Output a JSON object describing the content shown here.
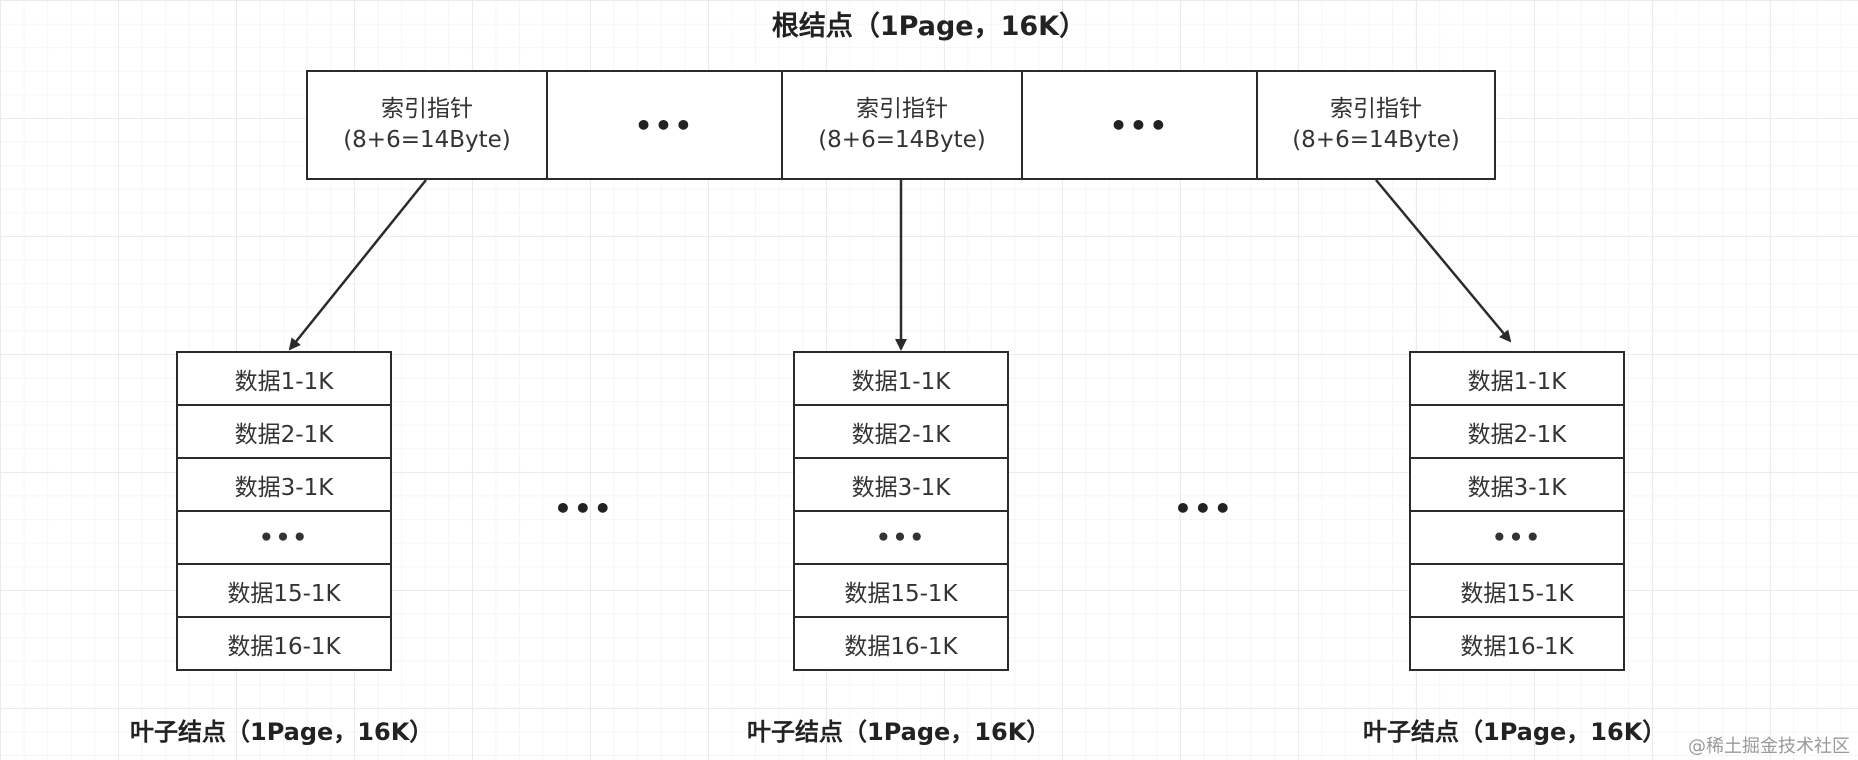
{
  "root": {
    "title": "根结点（1Page，16K）",
    "cells": [
      {
        "type": "pointer",
        "line1": "索引指针",
        "line2": "(8+6=14Byte)"
      },
      {
        "type": "ellipsis",
        "text": "•••"
      },
      {
        "type": "pointer",
        "line1": "索引指针",
        "line2": "(8+6=14Byte)"
      },
      {
        "type": "ellipsis",
        "text": "•••"
      },
      {
        "type": "pointer",
        "line1": "索引指针",
        "line2": "(8+6=14Byte)"
      }
    ]
  },
  "leaves": [
    {
      "rows": [
        "数据1-1K",
        "数据2-1K",
        "数据3-1K",
        "•••",
        "数据15-1K",
        "数据16-1K"
      ],
      "label": "叶子结点（1Page，16K）"
    },
    {
      "rows": [
        "数据1-1K",
        "数据2-1K",
        "数据3-1K",
        "•••",
        "数据15-1K",
        "数据16-1K"
      ],
      "label": "叶子结点（1Page，16K）"
    },
    {
      "rows": [
        "数据1-1K",
        "数据2-1K",
        "数据3-1K",
        "•••",
        "数据15-1K",
        "数据16-1K"
      ],
      "label": "叶子结点（1Page，16K）"
    }
  ],
  "between_ellipsis": [
    "•••",
    "•••"
  ],
  "watermark": "@稀土掘金技术社区",
  "colors": {
    "stroke": "#2b2b2b",
    "grid": "#ebebeb",
    "text": "#222222"
  }
}
